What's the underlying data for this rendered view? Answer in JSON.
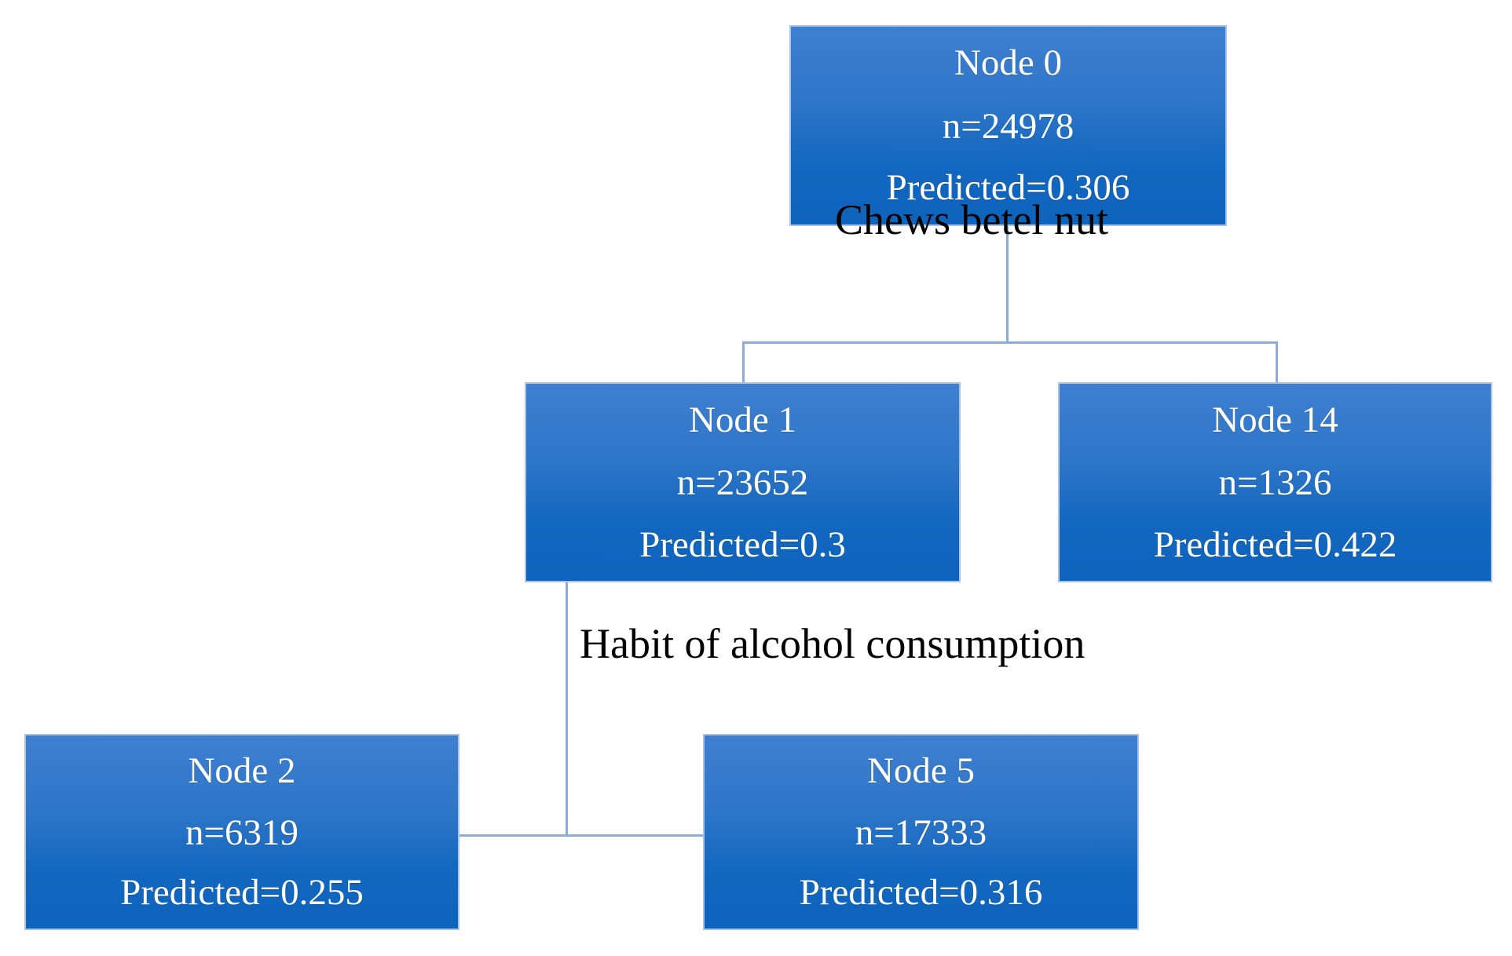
{
  "diagram": {
    "type": "decision-tree",
    "title": "",
    "background_color": "#ffffff",
    "node_fill_color": "#1367bf",
    "node_border_color": "#a9c4e8",
    "node_text_color": "#ffffff",
    "connector_color": "#8faadc",
    "edge_label_color": "#000000"
  },
  "nodes": [
    {
      "id": "node-0",
      "title": "Node 0",
      "n_label": "n=24978",
      "predicted_label": "Predicted=0.306",
      "n": 24978,
      "predicted": 0.306,
      "level": 0
    },
    {
      "id": "node-1",
      "title": "Node 1",
      "n_label": "n=23652",
      "predicted_label": "Predicted=0.3",
      "n": 23652,
      "predicted": 0.3,
      "level": 1
    },
    {
      "id": "node-14",
      "title": "Node 14",
      "n_label": "n=1326",
      "predicted_label": "Predicted=0.422",
      "n": 1326,
      "predicted": 0.422,
      "level": 1
    },
    {
      "id": "node-2",
      "title": "Node 2",
      "n_label": "n=6319",
      "predicted_label": "Predicted=0.255",
      "n": 6319,
      "predicted": 0.255,
      "level": 2
    },
    {
      "id": "node-5",
      "title": "Node 5",
      "n_label": "n=17333",
      "predicted_label": "Predicted=0.316",
      "n": 17333,
      "predicted": 0.316,
      "level": 2
    }
  ],
  "edge_labels": {
    "root_split": "Chews betel nut",
    "node1_split": "Habit of alcohol consumption"
  },
  "edges": [
    {
      "from": "node-0",
      "to": "node-1",
      "split_variable": "Chews betel nut"
    },
    {
      "from": "node-0",
      "to": "node-14",
      "split_variable": "Chews betel nut"
    },
    {
      "from": "node-1",
      "to": "node-2",
      "split_variable": "Habit of alcohol consumption"
    },
    {
      "from": "node-1",
      "to": "node-5",
      "split_variable": "Habit of alcohol consumption"
    }
  ]
}
